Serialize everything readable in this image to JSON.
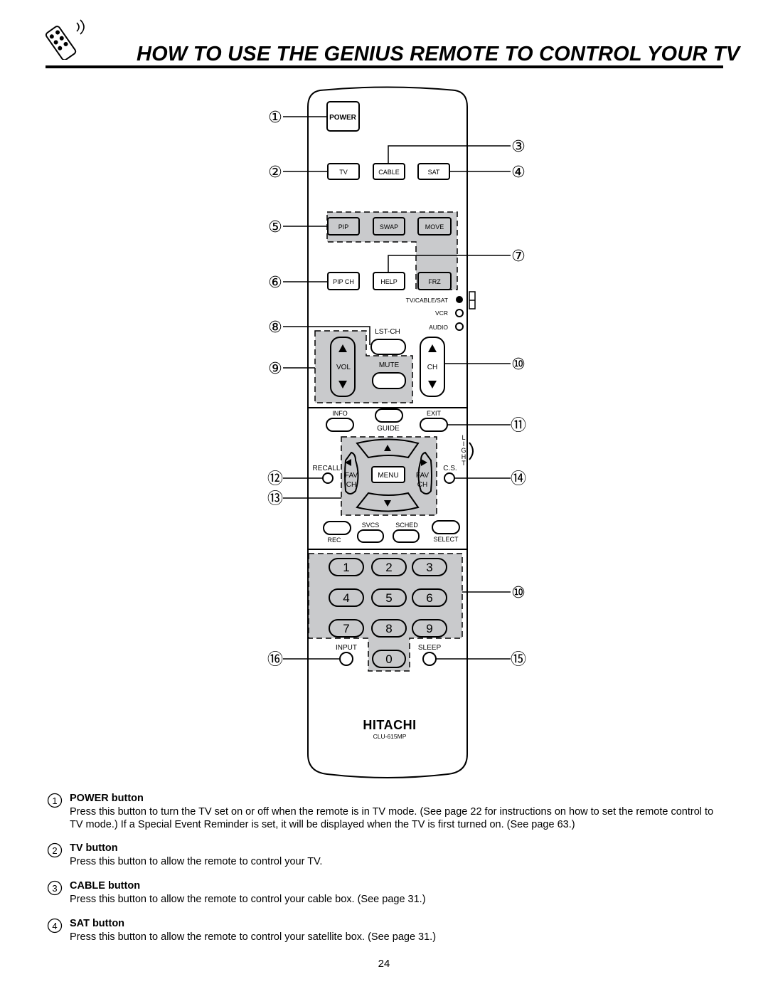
{
  "page": {
    "title": "HOW TO USE THE GENIUS REMOTE TO CONTROL YOUR TV",
    "page_number": "24"
  },
  "remote": {
    "brand": "HITACHI",
    "model": "CLU-615MP",
    "buttons": {
      "power": "POWER",
      "tv": "TV",
      "cable": "CABLE",
      "sat": "SAT",
      "pip": "PIP",
      "swap": "SWAP",
      "move": "MOVE",
      "pip_ch": "PIP CH",
      "help": "HELP",
      "frz": "FRZ",
      "lst_ch": "LST-CH",
      "vol": "VOL",
      "mute": "MUTE",
      "ch": "CH",
      "info": "INFO",
      "exit": "EXIT",
      "guide": "GUIDE",
      "recall": "RECALL",
      "fav": "FAV",
      "fav_ch": "CH",
      "menu": "MENU",
      "cs": "C.S.",
      "svcs": "SVCS",
      "sched": "SCHED",
      "rec": "REC",
      "select": "SELECT",
      "input": "INPUT",
      "sleep": "SLEEP",
      "light": "LIGHT",
      "digits": [
        "1",
        "2",
        "3",
        "4",
        "5",
        "6",
        "7",
        "8",
        "9",
        "0"
      ]
    },
    "mode_labels": [
      "TV/CABLE/SAT",
      "VCR",
      "AUDIO"
    ],
    "callouts": [
      "①",
      "②",
      "③",
      "④",
      "⑤",
      "⑥",
      "⑦",
      "⑧",
      "⑨",
      "⑩",
      "⑪",
      "⑫",
      "⑬",
      "⑭",
      "⑩",
      "⑮",
      "⑯"
    ]
  },
  "descriptions": [
    {
      "num": "1",
      "heading": "POWER button",
      "body": "Press this button to turn the TV set on or off when the remote is in TV mode.  (See page 22 for instructions on how to set the remote control to TV mode.)  If a Special Event Reminder is set, it will be displayed when the TV is first turned on. (See page 63.)"
    },
    {
      "num": "2",
      "heading": "TV button",
      "body": "Press this button to allow the remote to control your TV."
    },
    {
      "num": "3",
      "heading": "CABLE button",
      "body": "Press this button to allow the remote to control your cable box.  (See page 31.)"
    },
    {
      "num": "4",
      "heading": "SAT button",
      "body": "Press this button to allow the remote to control your satellite box.  (See page 31.)"
    }
  ]
}
